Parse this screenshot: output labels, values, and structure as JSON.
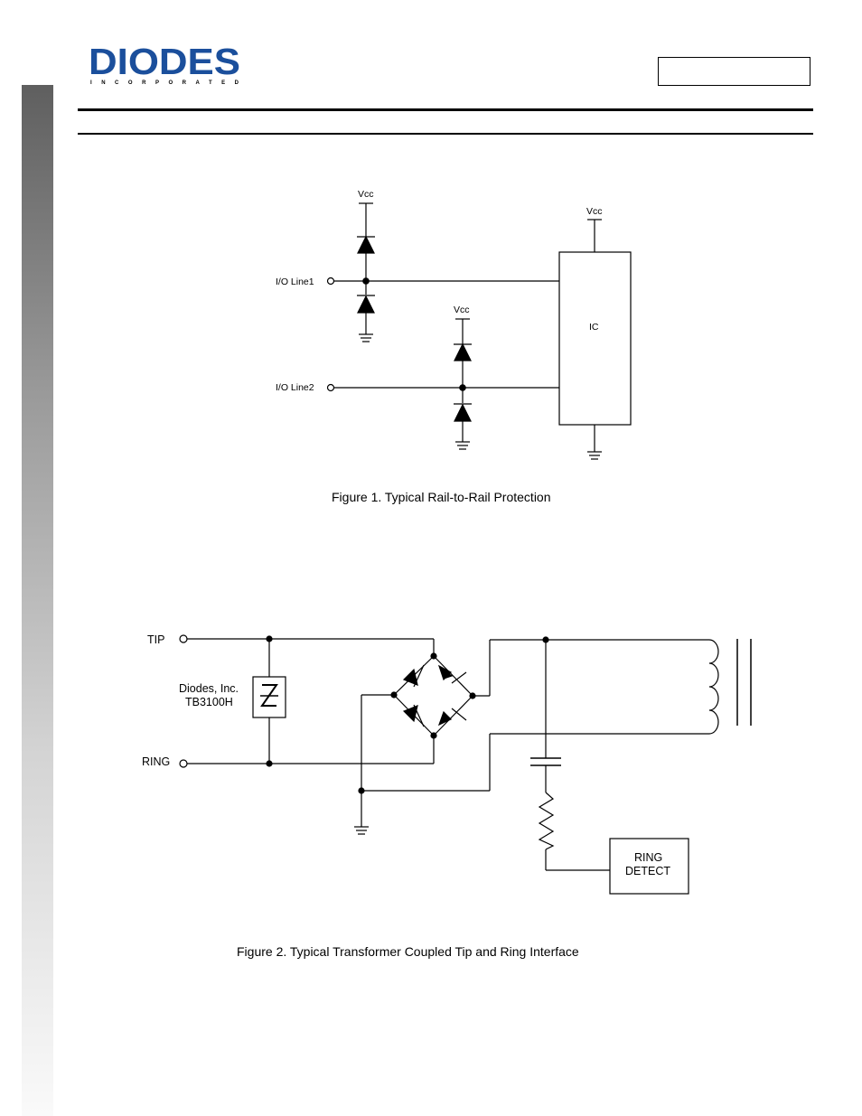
{
  "header": {
    "logo_text": "DIODES",
    "logo_subtext": "INCORPORATED",
    "brand_color": "#1b4f9c",
    "part_number": ""
  },
  "figure1": {
    "caption": "Figure 1. Typical Rail-to-Rail Protection",
    "labels": {
      "vcc_1": "Vcc",
      "vcc_2": "Vcc",
      "vcc_3": "Vcc",
      "io_line1": "I/O Line1",
      "io_line2": "I/O Line2",
      "ic": "IC"
    }
  },
  "figure2": {
    "caption": "Figure 2. Typical Transformer Coupled Tip and Ring Interface",
    "labels": {
      "tip": "TIP",
      "ring": "RING",
      "device_line1": "Diodes, Inc.",
      "device_line2": "TB3100H",
      "ring_detect_line1": "RING",
      "ring_detect_line2": "DETECT"
    }
  }
}
